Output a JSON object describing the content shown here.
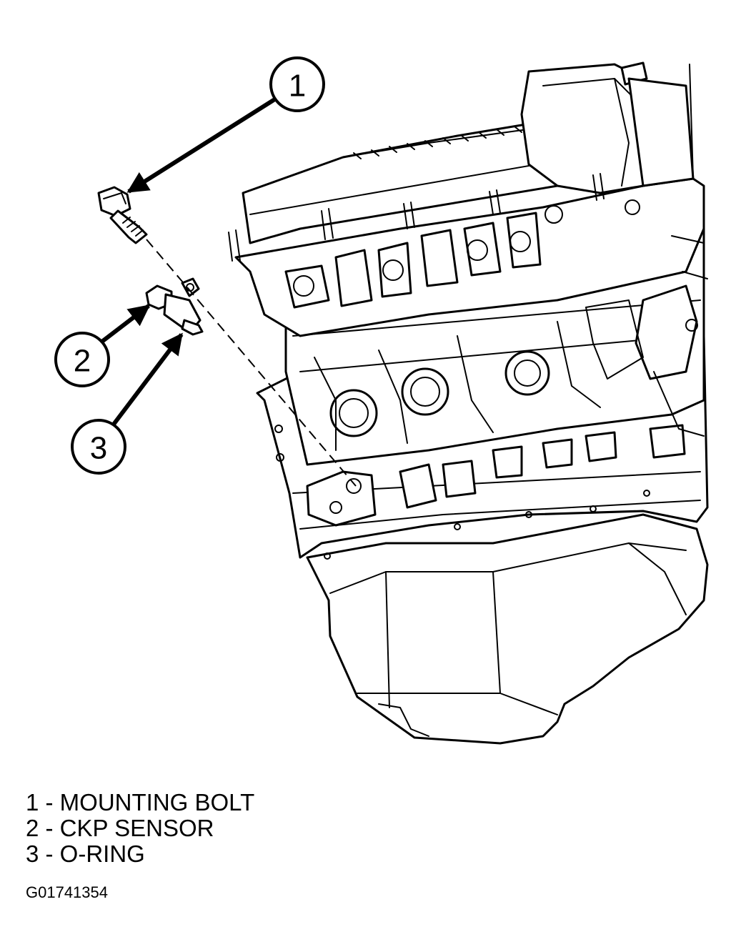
{
  "callouts": [
    {
      "number": "1",
      "label": "MOUNTING BOLT"
    },
    {
      "number": "2",
      "label": "CKP SENSOR"
    },
    {
      "number": "3",
      "label": "O-RING"
    }
  ],
  "legend": [
    "1 - MOUNTING BOLT",
    "2 - CKP SENSOR",
    "3 - O-RING"
  ],
  "figure_id": "G01741354"
}
